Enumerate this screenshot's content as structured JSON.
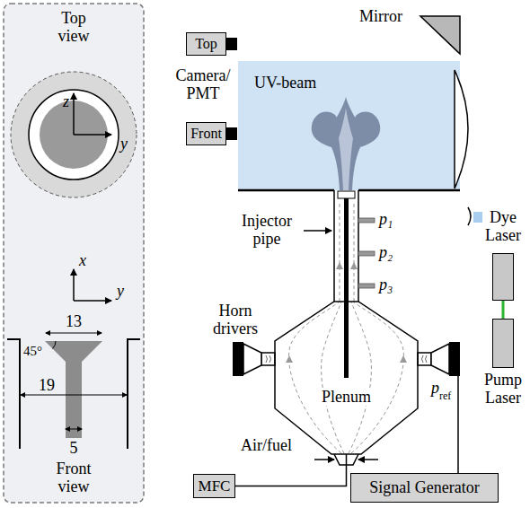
{
  "diagram": {
    "nodes": [
      {
        "text": [
          "Top view",
          "Front view"
        ]
      },
      {
        "text": [
          "Top"
        ]
      },
      {
        "text": [
          "Front"
        ]
      },
      {
        "text": [
          "UV-beam"
        ]
      },
      {
        "text": [
          "Dye Laser"
        ]
      },
      {
        "text": [
          "Pump Laser"
        ]
      },
      {
        "text": [
          "Plenum"
        ]
      },
      {
        "text": [
          "MFC"
        ]
      },
      {
        "text": [
          "Signal Generator"
        ]
      }
    ],
    "edges": [
      {
        "from": 4,
        "to": 5,
        "arrow": "none"
      },
      {
        "from": 7,
        "to": 6,
        "arrow": "none"
      }
    ],
    "labels": [
      "z",
      "y",
      "x",
      "y",
      "13",
      "45°",
      "19",
      "5",
      "Camera/ PMT",
      "Mirror",
      "Injector pipe",
      "p₁",
      "p₂",
      "p₃",
      "Horn drivers",
      "p",
      "ref",
      "Air/fuel"
    ]
  }
}
